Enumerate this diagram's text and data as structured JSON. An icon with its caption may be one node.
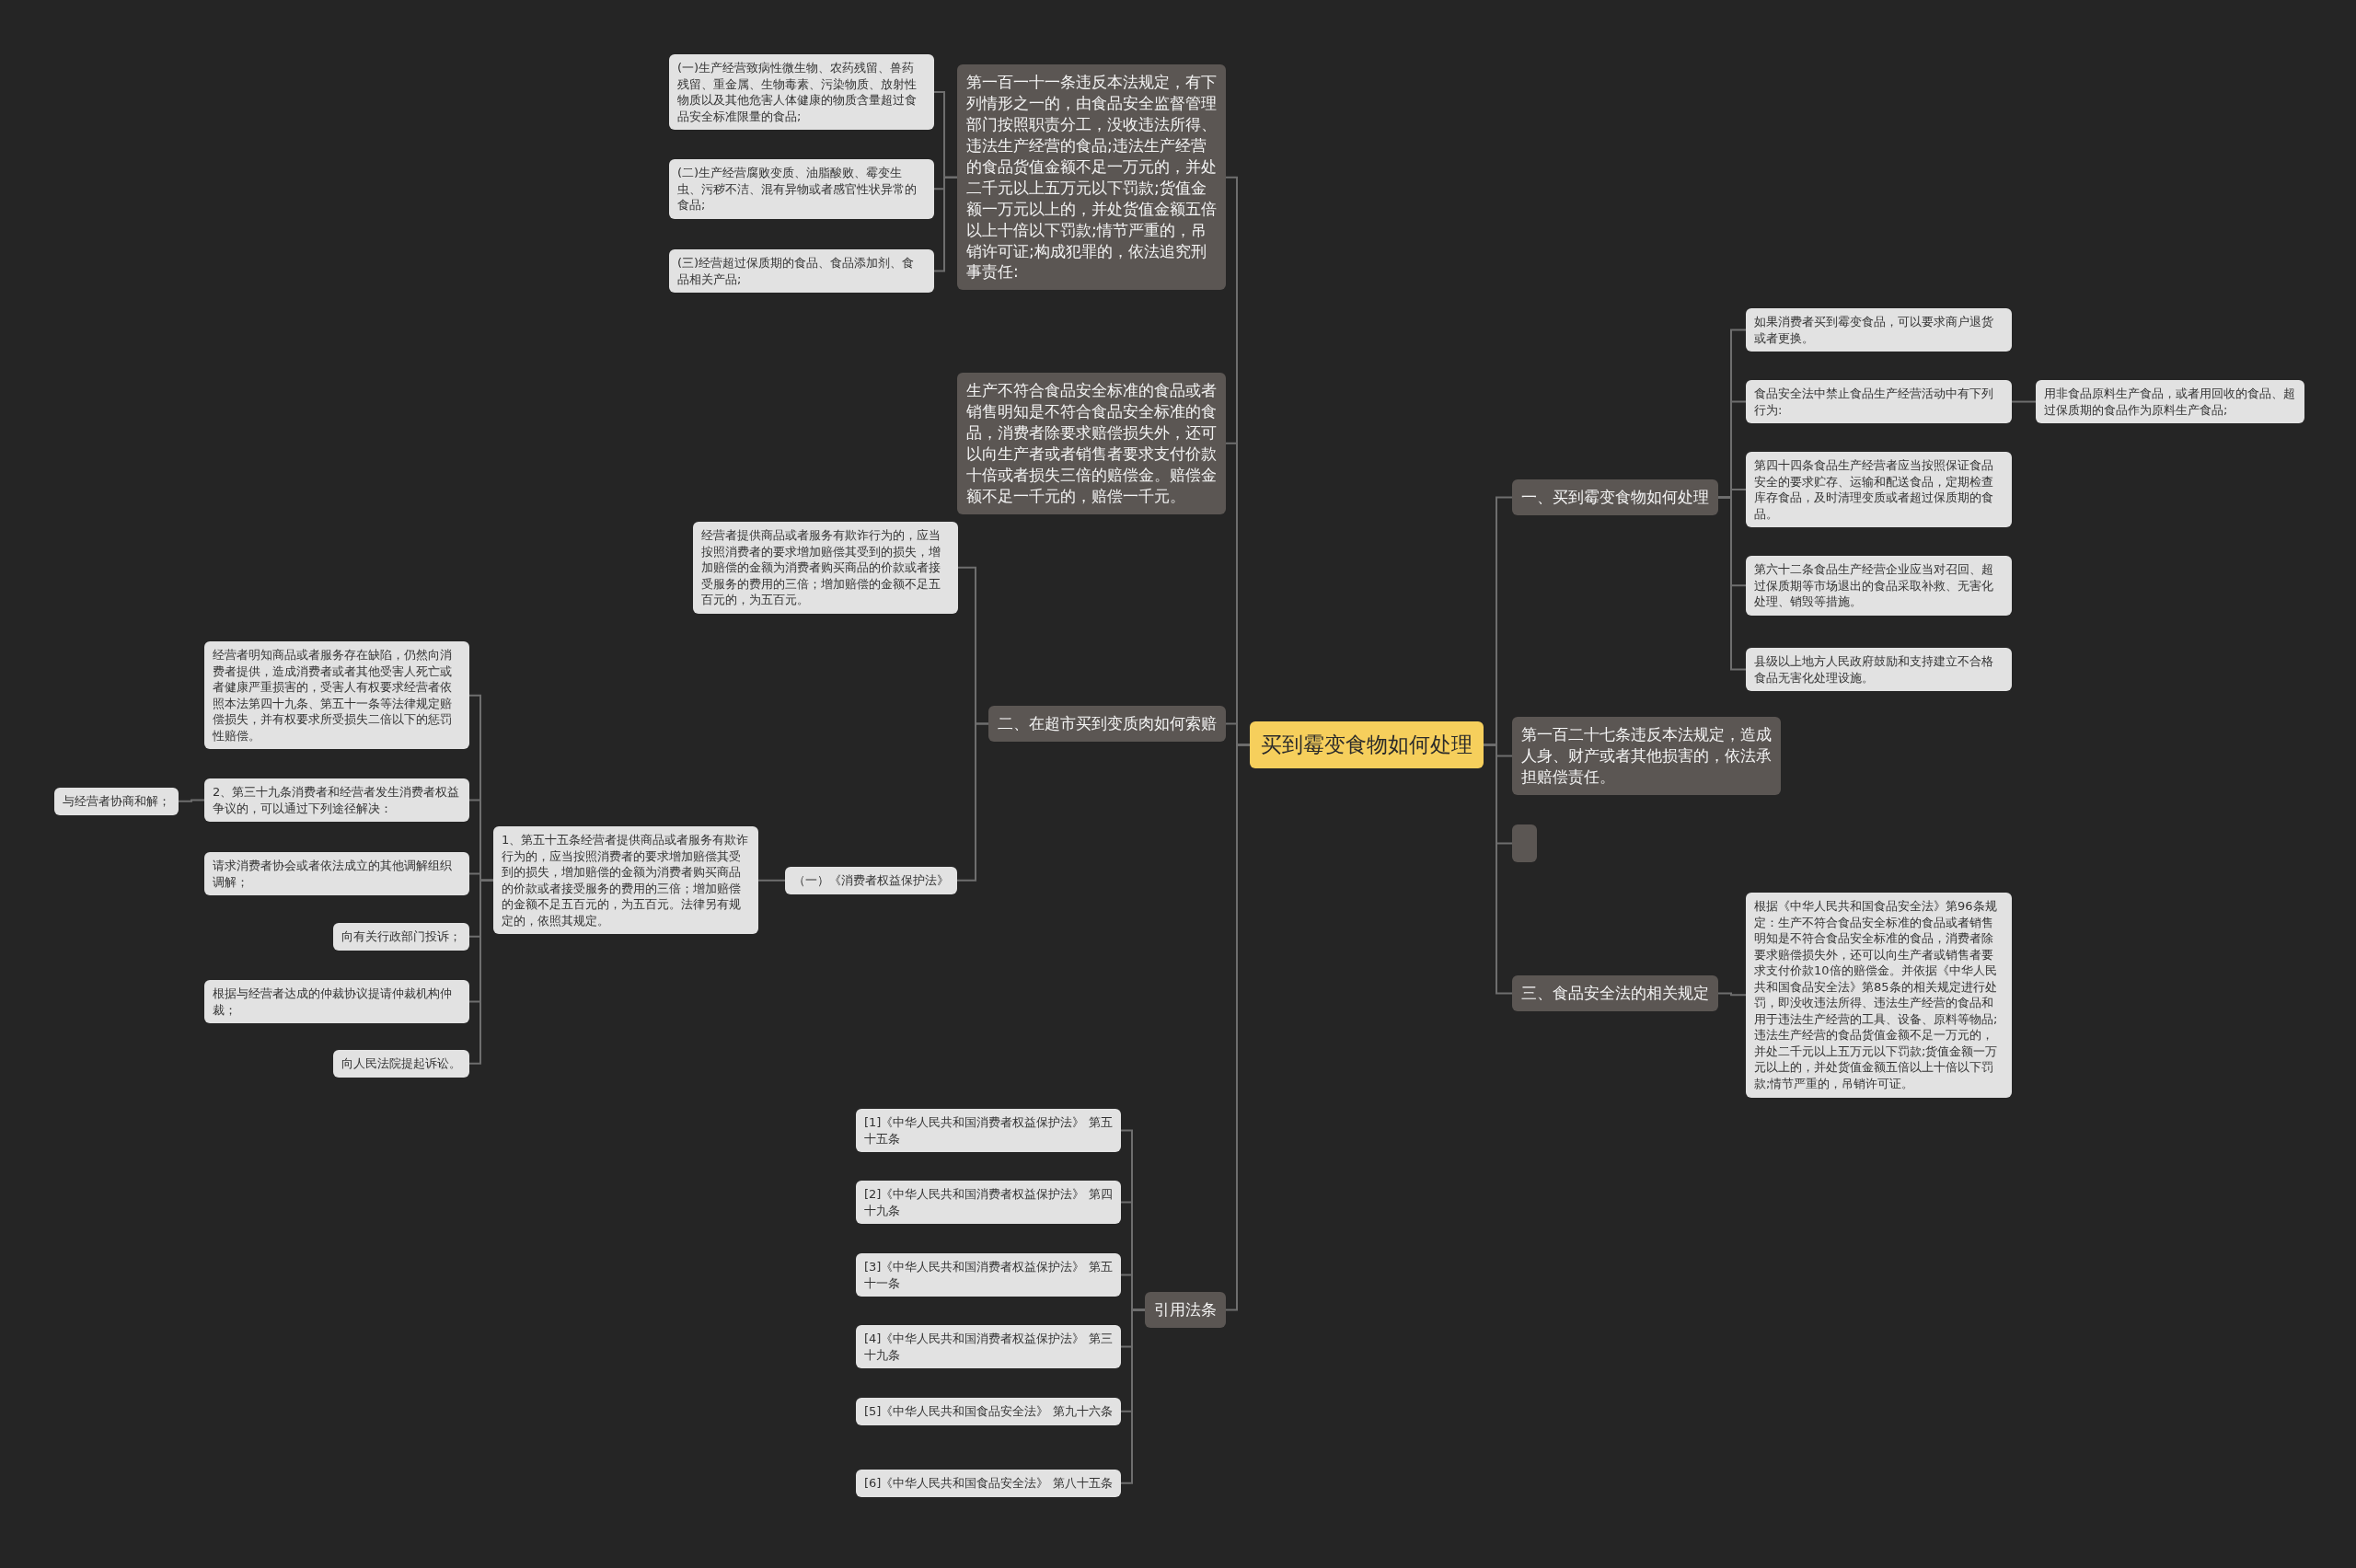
{
  "diagram": {
    "nodes": [
      {
        "text": [
          "买到霉变食物如何处理"
        ]
      },
      {
        "text": [
          "第一百一十一条违反本法规定，有下列情形之一的，由食品安全监督管理部门按照职责分工，没收违法所得、违法生产经营的食品;违法生产经营的食品货值金额不足一万元的，并处二千元以上五万元以下罚款;货值金额一万元以上的，并处货值金额五倍以上十倍以下罚款;情节严重的，吊销许可证;构成犯罪的，依法追究刑事责任:"
        ]
      },
      {
        "text": [
          "(一)生产经营致病性微生物、农药残留、兽药残留、重金属、生物毒素、污染物质、放射性物质以及其他危害人体健康的物质含量超过食品安全标准限量的食品;"
        ]
      },
      {
        "text": [
          "(二)生产经营腐败变质、油脂酸败、霉变生虫、污秽不洁、混有异物或者感官性状异常的食品;"
        ]
      },
      {
        "text": [
          "(三)经营超过保质期的食品、食品添加剂、食品相关产品;"
        ]
      },
      {
        "text": [
          "生产不符合食品安全标准的食品或者销售明知是不符合食品安全标准的食品，消费者除要求赔偿损失外，还可以向生产者或者销售者要求支付价款十倍或者损失三倍的赔偿金。赔偿金额不足一千元的，赔偿一千元。"
        ]
      },
      {
        "text": [
          "二、在超市买到变质肉如何索赔"
        ]
      },
      {
        "text": [
          "经营者提供商品或者服务有欺诈行为的，应当按照消费者的要求增加赔偿其受到的损失，增加赔偿的金额为消费者购买商品的价款或者接受服务的费用的三倍；增加赔偿的金额不足五百元的，为五百元。"
        ]
      },
      {
        "text": [
          "（一）《消费者权益保护法》"
        ]
      },
      {
        "text": [
          "1、第五十五条经营者提供商品或者服务有欺诈行为的，应当按照消费者的要求增加赔偿其受到的损失，增加赔偿的金额为消费者购买商品的价款或者接受服务的费用的三倍；增加赔偿的金额不足五百元的，为五百元。法律另有规定的，依照其规定。"
        ]
      },
      {
        "text": [
          "经营者明知商品或者服务存在缺陷，仍然向消费者提供，造成消费者或者其他受害人死亡或者健康严重损害的，受害人有权要求经营者依照本法第四十九条、第五十一条等法律规定赔偿损失，并有权要求所受损失二倍以下的惩罚性赔偿。"
        ]
      },
      {
        "text": [
          "2、第三十九条消费者和经营者发生消费者权益争议的，可以通过下列途径解决："
        ]
      },
      {
        "text": [
          "与经营者协商和解；"
        ]
      },
      {
        "text": [
          "请求消费者协会或者依法成立的其他调解组织调解；"
        ]
      },
      {
        "text": [
          "向有关行政部门投诉；"
        ]
      },
      {
        "text": [
          "根据与经营者达成的仲裁协议提请仲裁机构仲裁；"
        ]
      },
      {
        "text": [
          "向人民法院提起诉讼。"
        ]
      },
      {
        "text": [
          "引用法条"
        ]
      },
      {
        "text": [
          "[1]《中华人民共和国消费者权益保护法》 第五十五条"
        ]
      },
      {
        "text": [
          "[2]《中华人民共和国消费者权益保护法》 第四十九条"
        ]
      },
      {
        "text": [
          "[3]《中华人民共和国消费者权益保护法》 第五十一条"
        ]
      },
      {
        "text": [
          "[4]《中华人民共和国消费者权益保护法》 第三十九条"
        ]
      },
      {
        "text": [
          "[5]《中华人民共和国食品安全法》 第九十六条"
        ]
      },
      {
        "text": [
          "[6]《中华人民共和国食品安全法》 第八十五条"
        ]
      },
      {
        "text": [
          "一、买到霉变食物如何处理"
        ]
      },
      {
        "text": [
          "如果消费者买到霉变食品，可以要求商户退货或者更换。"
        ]
      },
      {
        "text": [
          "食品安全法中禁止食品生产经营活动中有下列行为:"
        ]
      },
      {
        "text": [
          "用非食品原料生产食品，或者用回收的食品、超过保质期的食品作为原料生产食品;"
        ]
      },
      {
        "text": [
          "第四十四条食品生产经营者应当按照保证食品安全的要求贮存、运输和配送食品，定期检查库存食品，及时清理变质或者超过保质期的食品。"
        ]
      },
      {
        "text": [
          "第六十二条食品生产经营企业应当对召回、超过保质期等市场退出的食品采取补救、无害化处理、销毁等措施。"
        ]
      },
      {
        "text": [
          "县级以上地方人民政府鼓励和支持建立不合格食品无害化处理设施。"
        ]
      },
      {
        "text": [
          "第一百二十七条违反本法规定，造成人身、财产或者其他损害的，依法承担赔偿责任。"
        ]
      },
      {
        "text": [],
        "shape": "box"
      },
      {
        "text": [
          "三、食品安全法的相关规定"
        ]
      },
      {
        "text": [
          "根据《中华人民共和国食品安全法》第96条规定：生产不符合食品安全标准的食品或者销售明知是不符合食品安全标准的食品，消费者除要求赔偿损失外，还可以向生产者或销售者要求支付价款10倍的赔偿金。并依据《中华人民共和国食品安全法》第85条的相关规定进行处罚，即没收违法所得、违法生产经营的食品和用于违法生产经营的工具、设备、原料等物品;违法生产经营的食品货值金额不足一万元的，并处二千元以上五万元以下罚款;货值金额一万元以上的，并处货值金额五倍以上十倍以下罚款;情节严重的，吊销许可证。"
        ]
      }
    ],
    "edges": [
      {
        "from": 0,
        "to": 1,
        "arrow": "none"
      },
      {
        "from": 1,
        "to": 2,
        "arrow": "none"
      },
      {
        "from": 1,
        "to": 3,
        "arrow": "none"
      },
      {
        "from": 1,
        "to": 4,
        "arrow": "none"
      },
      {
        "from": 0,
        "to": 5,
        "arrow": "none"
      },
      {
        "from": 0,
        "to": 6,
        "arrow": "none"
      },
      {
        "from": 6,
        "to": 7,
        "arrow": "none"
      },
      {
        "from": 6,
        "to": 8,
        "arrow": "none"
      },
      {
        "from": 8,
        "to": 9,
        "arrow": "none"
      },
      {
        "from": 9,
        "to": 10,
        "arrow": "none"
      },
      {
        "from": 9,
        "to": 11,
        "arrow": "none"
      },
      {
        "from": 11,
        "to": 12,
        "arrow": "none"
      },
      {
        "from": 9,
        "to": 13,
        "arrow": "none"
      },
      {
        "from": 9,
        "to": 14,
        "arrow": "none"
      },
      {
        "from": 9,
        "to": 15,
        "arrow": "none"
      },
      {
        "from": 9,
        "to": 16,
        "arrow": "none"
      },
      {
        "from": 0,
        "to": 17,
        "arrow": "none"
      },
      {
        "from": 17,
        "to": 18,
        "arrow": "none"
      },
      {
        "from": 17,
        "to": 19,
        "arrow": "none"
      },
      {
        "from": 17,
        "to": 20,
        "arrow": "none"
      },
      {
        "from": 17,
        "to": 21,
        "arrow": "none"
      },
      {
        "from": 17,
        "to": 22,
        "arrow": "none"
      },
      {
        "from": 17,
        "to": 23,
        "arrow": "none"
      },
      {
        "from": 0,
        "to": 24,
        "arrow": "none"
      },
      {
        "from": 24,
        "to": 25,
        "arrow": "none"
      },
      {
        "from": 24,
        "to": 26,
        "arrow": "none"
      },
      {
        "from": 26,
        "to": 27,
        "arrow": "none"
      },
      {
        "from": 24,
        "to": 28,
        "arrow": "none"
      },
      {
        "from": 24,
        "to": 29,
        "arrow": "none"
      },
      {
        "from": 24,
        "to": 30,
        "arrow": "none"
      },
      {
        "from": 0,
        "to": 31,
        "arrow": "none"
      },
      {
        "from": 0,
        "to": 32,
        "arrow": "none"
      },
      {
        "from": 0,
        "to": 33,
        "arrow": "none"
      },
      {
        "from": 33,
        "to": 34,
        "arrow": "none"
      }
    ]
  }
}
